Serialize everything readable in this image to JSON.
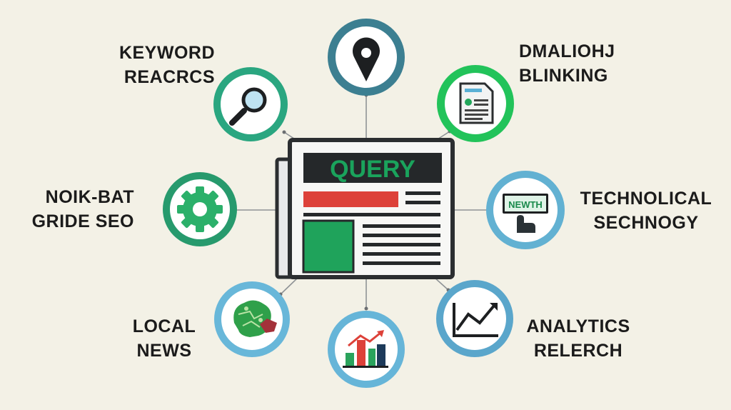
{
  "center": {
    "headline": "QUERY",
    "colors": {
      "headline_text": "#1aa35c",
      "headline_bar": "#25282a",
      "red_bar": "#dd4139",
      "green_block": "#1fa35b",
      "paper_border": "#2b2e30"
    }
  },
  "nodes": [
    {
      "id": "keyword-research",
      "icon": "magnifier-icon",
      "ring_color": "#2aa680",
      "label_lines": [
        "KEYWORD",
        "REACRCS"
      ]
    },
    {
      "id": "location",
      "icon": "map-pin-icon",
      "ring_color": "#3c7f91",
      "label_lines": []
    },
    {
      "id": "blinking",
      "icon": "document-icon",
      "ring_color": "#22c35a",
      "label_lines": [
        "DMALIOHJ",
        "BLINKING"
      ]
    },
    {
      "id": "grid-seo",
      "icon": "gear-icon",
      "ring_color": "#279a6d",
      "label_lines": [
        "NOIK-BAT",
        "GRIDE SEO"
      ]
    },
    {
      "id": "technical",
      "icon": "monitor-hand-icon",
      "ring_color": "#62b1d2",
      "label_lines": [
        "TECHNOLICAL",
        "SECHNOGY"
      ],
      "screen_text": "NEWTH"
    },
    {
      "id": "local-news",
      "icon": "brain-map-icon",
      "ring_color": "#68b7d9",
      "label_lines": [
        "LOCAL",
        "NEWS"
      ]
    },
    {
      "id": "bar-chart",
      "icon": "bar-chart-icon",
      "ring_color": "#66b5d8",
      "label_lines": []
    },
    {
      "id": "analytics",
      "icon": "line-chart-icon",
      "ring_color": "#5aa6cb",
      "label_lines": [
        "ANALYTICS",
        "RELERCH"
      ]
    }
  ]
}
